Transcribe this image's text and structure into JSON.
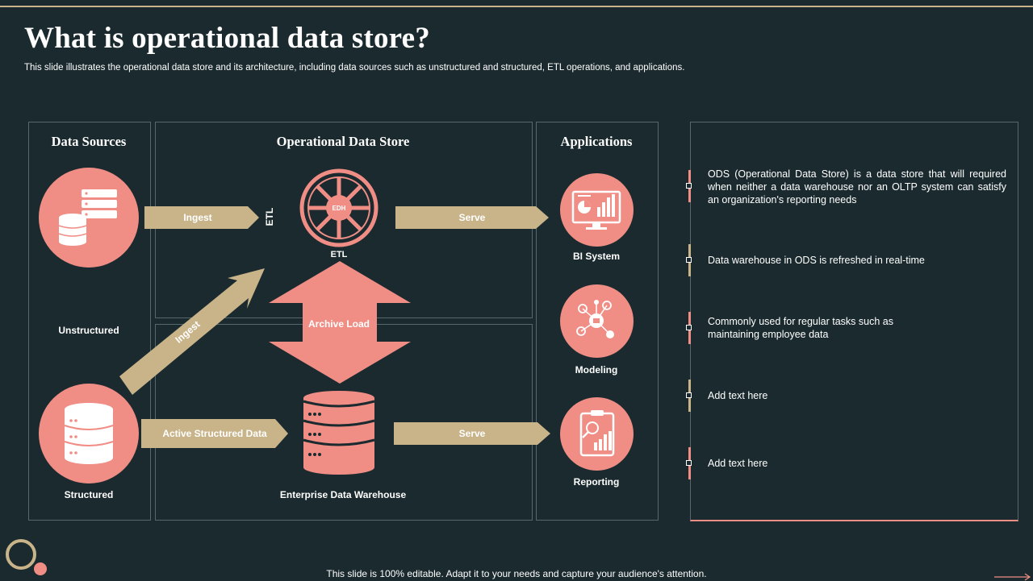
{
  "header": {
    "title": "What is operational data store?",
    "subtitle": "This slide illustrates the operational data store and its architecture, including data sources such as unstructured and structured, ETL operations, and applications."
  },
  "panels": {
    "sources_title": "Data Sources",
    "ods_title": "Operational Data Store",
    "apps_title": "Applications"
  },
  "sources": {
    "unstructured_label": "Unstructured",
    "structured_label": "Structured"
  },
  "flow": {
    "ingest_top": "Ingest",
    "etl_vertical": "ETL",
    "edh_label": "EDH",
    "etl_label": "ETL",
    "serve_top": "Serve",
    "ingest_diagonal": "Ingest",
    "archive_load": "Archive Load",
    "active_structured": "Active Structured Data",
    "serve_bottom": "Serve",
    "warehouse_label": "Enterprise Data Warehouse"
  },
  "applications": {
    "bi_label": "BI System",
    "modeling_label": "Modeling",
    "reporting_label": "Reporting"
  },
  "notes": [
    {
      "text": "ODS (Operational  Data Store) is a data store that will required  when  neither  a data warehouse  nor an OLTP system can satisfy an organization's reporting needs",
      "color": "#f08e86"
    },
    {
      "text": "Data warehouse  in ODS is refreshed  in real-time",
      "color": "#c9b48a"
    },
    {
      "text": "Commonly used for regular tasks such as maintaining employee data",
      "color": "#f08e86"
    },
    {
      "text": "Add text here",
      "color": "#c9b48a"
    },
    {
      "text": "Add text here",
      "color": "#f08e86"
    }
  ],
  "footer": {
    "text": "This slide is 100% editable. Adapt it to your needs and capture your audience's attention."
  },
  "colors": {
    "background": "#1b2a2e",
    "coral": "#f08e86",
    "tan": "#c9b48a",
    "panel_border": "#56686b"
  }
}
